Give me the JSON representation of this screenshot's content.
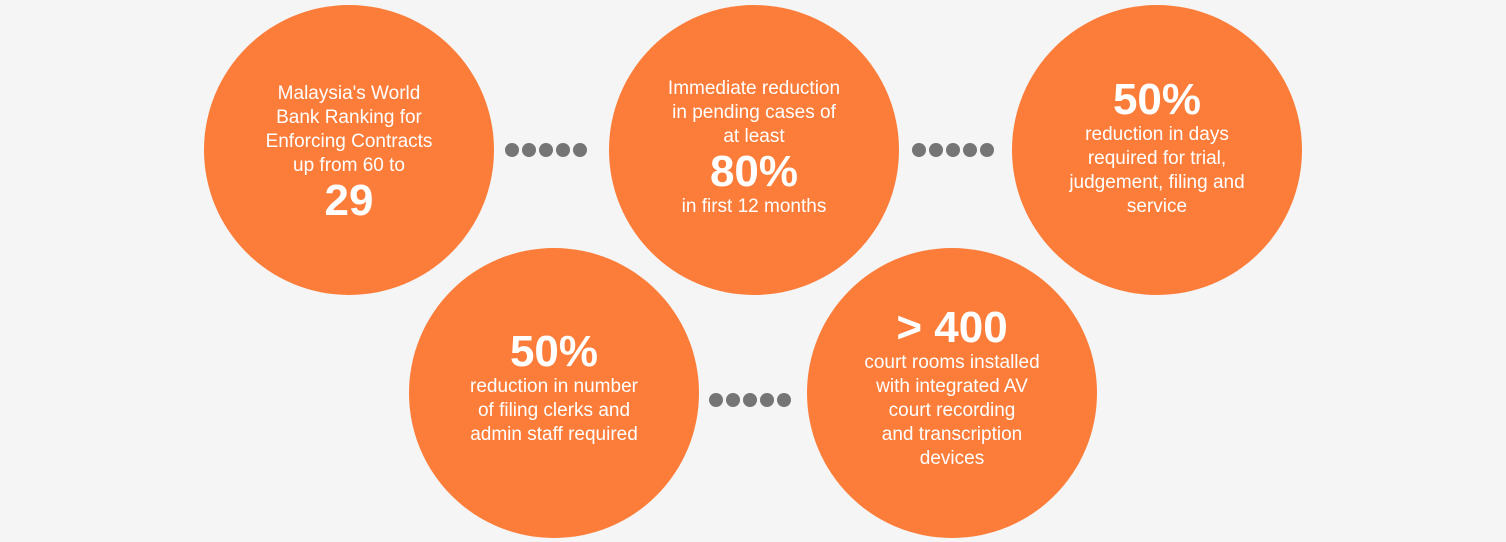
{
  "colors": {
    "background": "#f5f5f5",
    "circle": "#fc7d3a",
    "text": "#ffffff",
    "dots": "#757575"
  },
  "circles": [
    {
      "lines": [
        "Malaysia's World",
        "Bank Ranking for",
        "Enforcing Contracts",
        "up from 60 to"
      ],
      "figure": "29"
    },
    {
      "lines_before": [
        "Immediate reduction",
        "in pending cases of",
        "at least"
      ],
      "figure": "80%",
      "lines_after": [
        "in first 12 months"
      ]
    },
    {
      "figure": "50%",
      "lines": [
        "reduction in days",
        "required for trial,",
        "judgement, filing and",
        "service"
      ]
    },
    {
      "figure": "50%",
      "lines": [
        "reduction in number",
        "of filing clerks and",
        "admin staff required"
      ]
    },
    {
      "figure": "> 400",
      "lines": [
        "court rooms installed",
        "with integrated AV",
        "court recording",
        "and transcription",
        "devices"
      ]
    }
  ]
}
